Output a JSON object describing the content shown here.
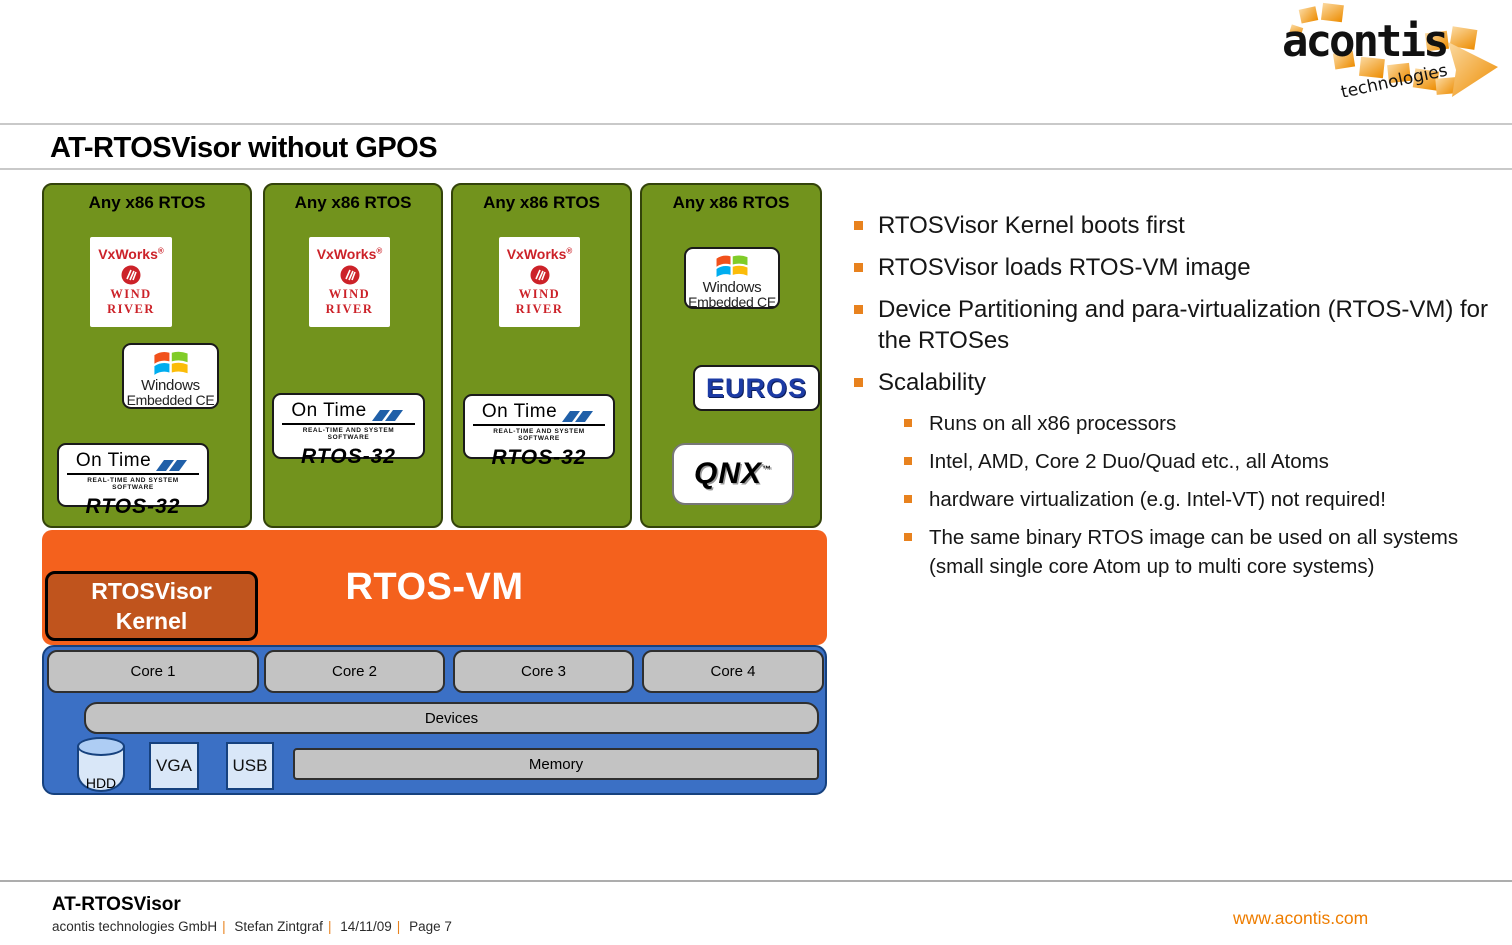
{
  "slide": {
    "title": "AT-RTOSVisor without GPOS",
    "logo": {
      "name": "acontis",
      "sub": "technologies"
    },
    "footer": {
      "product": "AT-RTOSVisor",
      "company": "acontis technologies GmbH",
      "author": "Stefan Zintgraf",
      "date": "14/11/09",
      "page": "Page 7",
      "separator": "|",
      "url": "www.acontis.com"
    }
  },
  "diagram": {
    "partitions": [
      {
        "title": "Any x86 RTOS"
      },
      {
        "title": "Any x86 RTOS"
      },
      {
        "title": "Any x86 RTOS"
      },
      {
        "title": "Any x86 RTOS"
      }
    ],
    "logo_text": {
      "vxworks": {
        "name": "VxWorks",
        "registered": "®",
        "brand": "WIND RIVER"
      },
      "windows_ce": {
        "line1": "Windows",
        "line2": "Embedded CE"
      },
      "on_time": {
        "name": "On Time",
        "tagline": "REAL-TIME AND SYSTEM SOFTWARE",
        "product": "RTOS-32"
      },
      "euros": {
        "name": "EUROS"
      },
      "qnx": {
        "name": "QNX",
        "tm": "™"
      }
    },
    "vm": {
      "label": "RTOS-VM",
      "kernel_line1": "RTOSVisor",
      "kernel_line2": "Kernel"
    },
    "hardware": {
      "cores": [
        "Core 1",
        "Core 2",
        "Core 3",
        "Core 4"
      ],
      "devices": "Devices",
      "hdd": "HDD",
      "vga": "VGA",
      "usb": "USB",
      "memory": "Memory"
    }
  },
  "bullets": [
    {
      "level": 1,
      "text": "RTOSVisor Kernel boots first"
    },
    {
      "level": 1,
      "text": "RTOSVisor loads RTOS-VM image"
    },
    {
      "level": 1,
      "text": "Device Partitioning and para-virtualization (RTOS-VM) for the RTOSes"
    },
    {
      "level": 1,
      "text": "Scalability"
    },
    {
      "level": 2,
      "text": "Runs on all x86 processors"
    },
    {
      "level": 2,
      "text": "Intel, AMD, Core 2 Duo/Quad etc., all Atoms"
    },
    {
      "level": 2,
      "text": "hardware virtualization (e.g. Intel-VT) not required!"
    },
    {
      "level": 2,
      "text": "The same binary RTOS image can be used on all systems (small single core Atom up to multi core systems)"
    }
  ],
  "colors": {
    "partition_green": "#72931D",
    "vm_orange": "#F4611D",
    "kernel_orange": "#C0541D",
    "hardware_blue": "#3B70C5",
    "box_gray": "#C3C3C3",
    "io_lightblue": "#D9E7F8",
    "bullet_orange": "#E8821E",
    "link_orange": "#EE7D00",
    "line_gray": "#C9C9C9"
  }
}
